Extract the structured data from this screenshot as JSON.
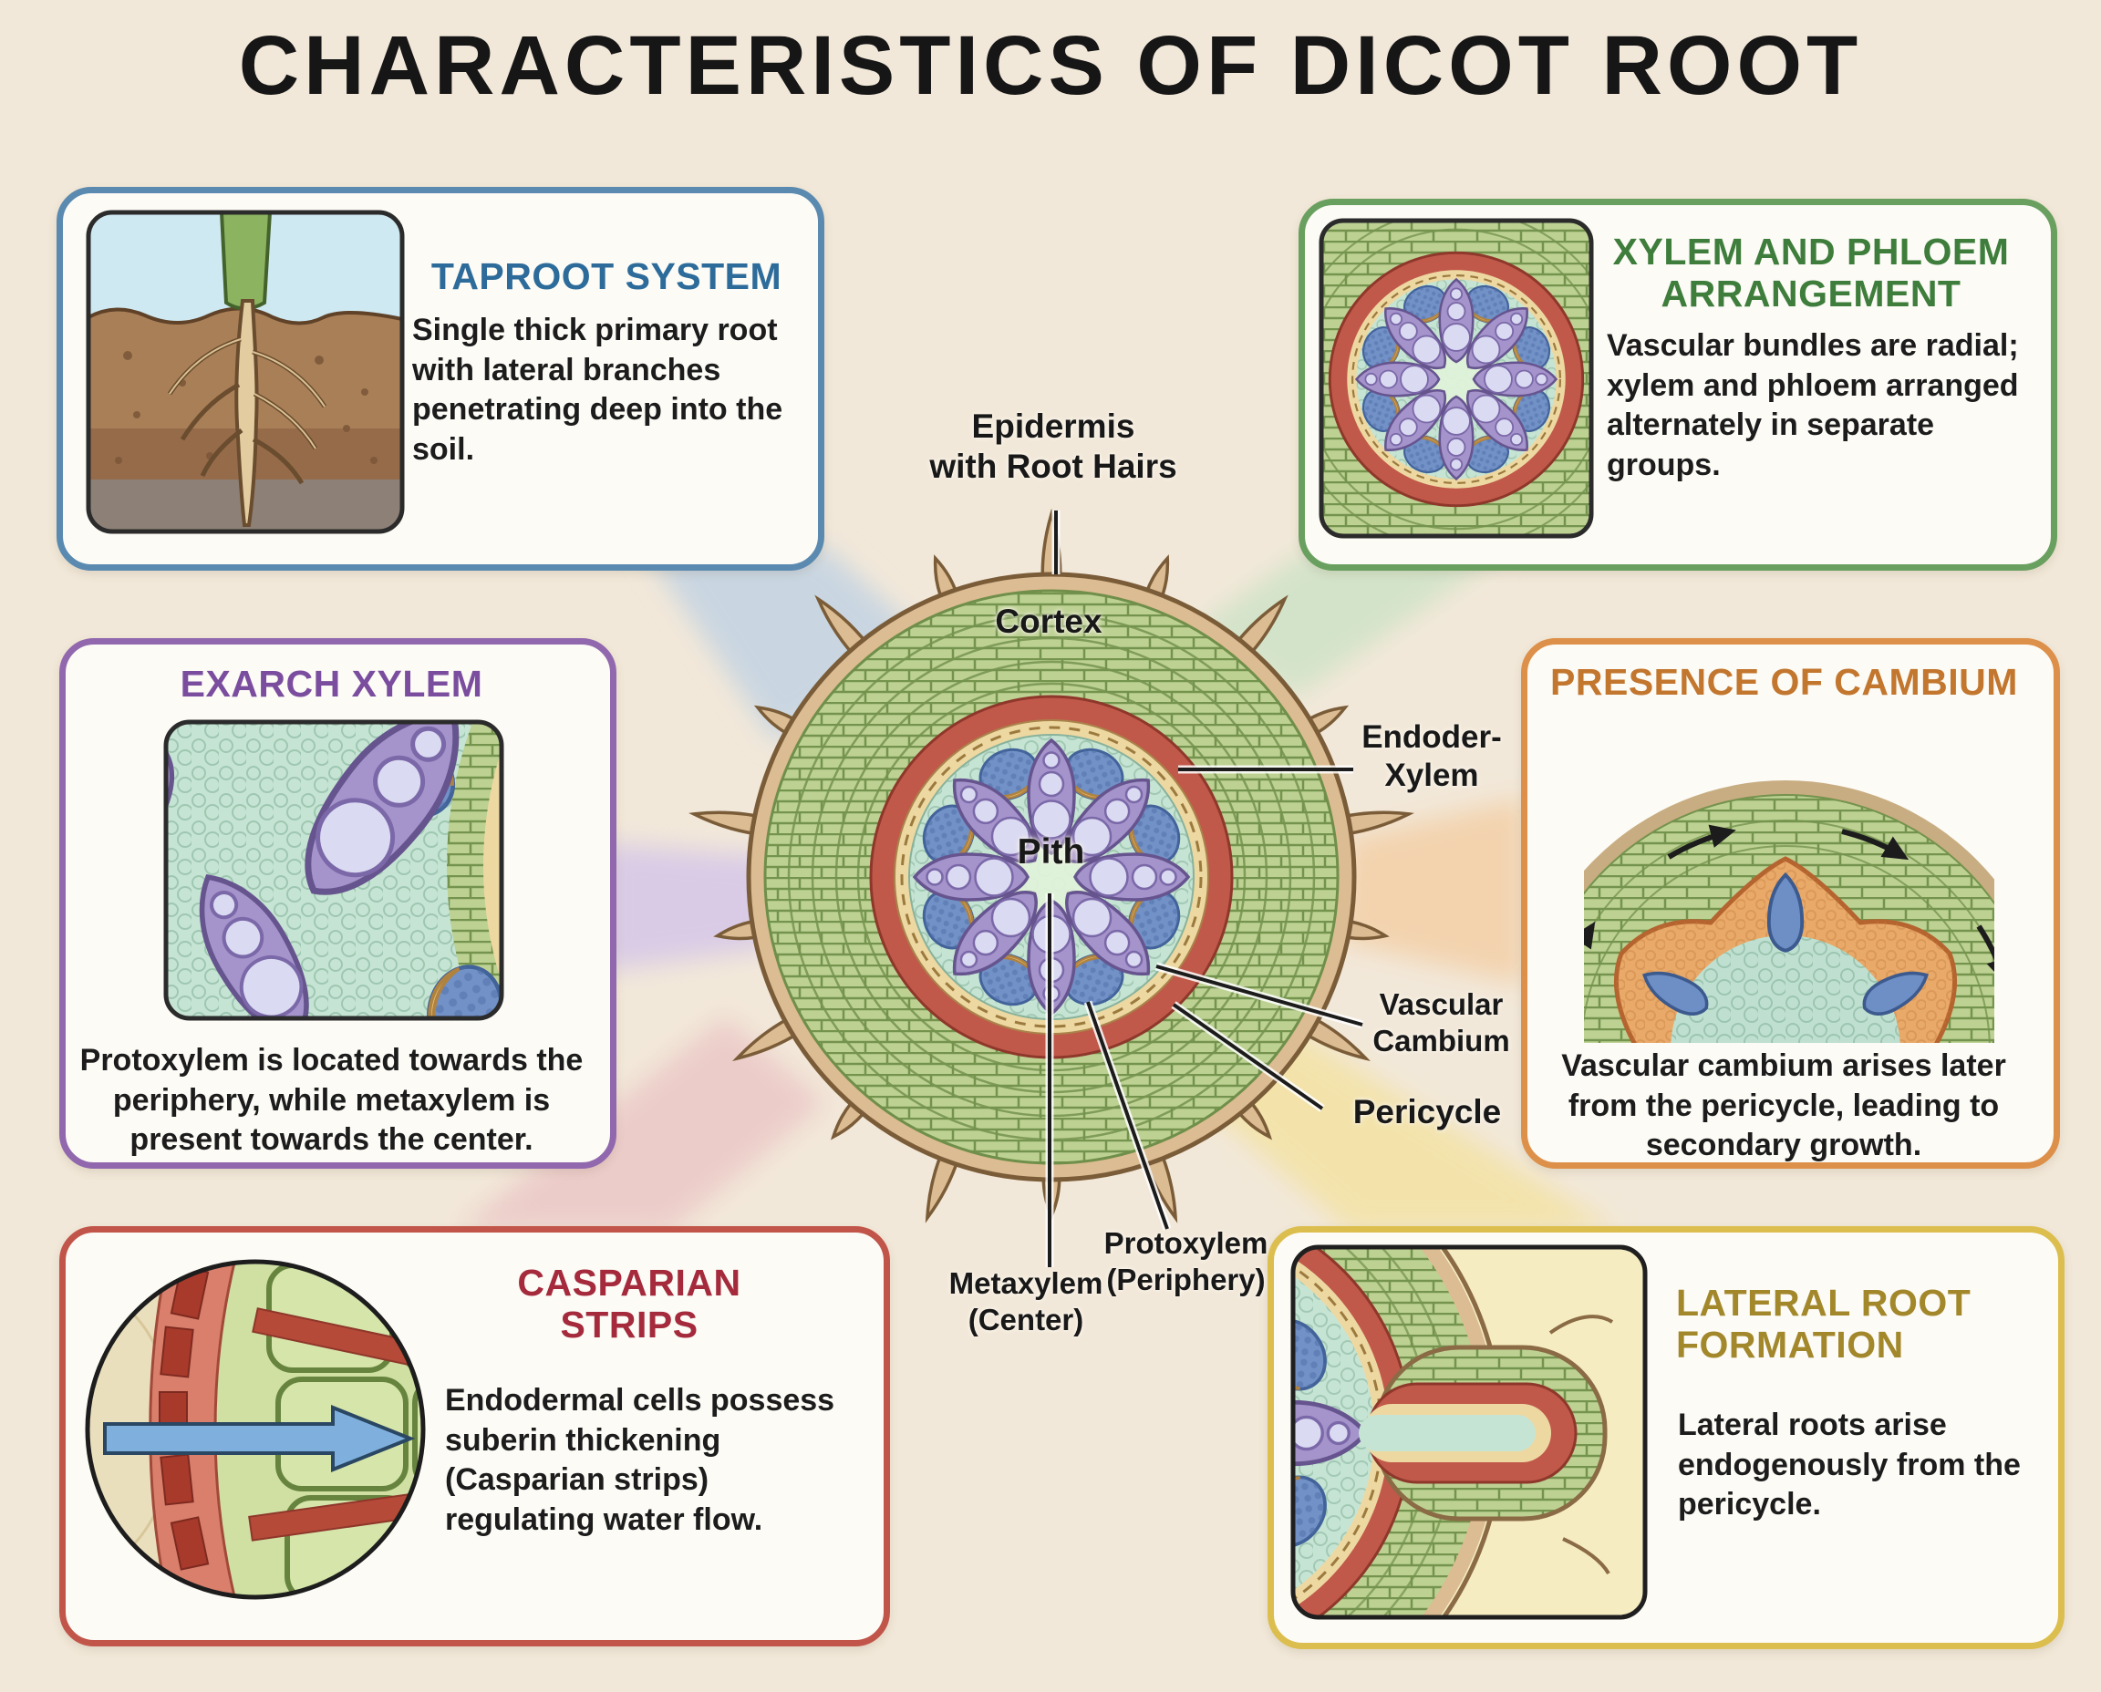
{
  "title": "CHARACTERISTICS OF DICOT ROOT",
  "cards": {
    "taproot": {
      "title": "TAPROOT SYSTEM",
      "body": "Single thick primary root with lateral branches penetrating deep into the soil.",
      "title_color": "#2d6b9a",
      "border_color": "#5b8ab0",
      "illustration": "taproot-in-soil"
    },
    "exarch": {
      "title": "EXARCH XYLEM",
      "body": "Protoxylem is located towards the periphery, while metaxylem is present towards the center.",
      "title_color": "#7b4d9e",
      "border_color": "#9168ae",
      "illustration": "xylem-bundle-closeup"
    },
    "casparian": {
      "title": "CASPARIAN STRIPS",
      "body": "Endodermal cells possess suberin thickening (Casparian strips) regulating water flow.",
      "title_color": "#a42a3c",
      "border_color": "#c1554a",
      "illustration": "endodermis-water-flow-arrow"
    },
    "xylem_phloem": {
      "title": "XYLEM AND PHLOEM ARRANGEMENT",
      "body": "Vascular bundles are radial; xylem and phloem arranged alternately in separate groups.",
      "title_color": "#3e7d3b",
      "border_color": "#69a05f",
      "illustration": "radial-bundle-cross-section"
    },
    "cambium": {
      "title": "PRESENCE OF CAMBIUM",
      "body": "Vascular cambium arises later from the pericycle, leading to secondary growth.",
      "title_color": "#c2762e",
      "border_color": "#dd9049",
      "illustration": "wavy-cambium-arch-with-arrows"
    },
    "lateral": {
      "title": "LATERAL ROOT FORMATION",
      "body": "Lateral roots arise endogenously from the pericycle.",
      "title_color": "#a3872b",
      "border_color": "#dcbe4e",
      "illustration": "emerging-lateral-root"
    }
  },
  "diagram": {
    "name": "dicot root transverse section",
    "labels": {
      "epidermis": "Epidermis\nwith Root Hairs",
      "cortex": "Cortex",
      "endodermis_xylem": "Endoder-\nXylem",
      "pith": "Pith",
      "vascular_cambium": "Vascular\nCambium",
      "pericycle": "Pericycle",
      "protoxylem": "Protoxylem\n(Periphery)",
      "metaxylem": "Metaxylem\n(Center)"
    }
  },
  "palette": {
    "background": "#f2e8d9",
    "card_background": "#fcfbf6",
    "body_text": "#1c1c1c",
    "epidermis_tan": "#dcbc92",
    "cortex_green": "#bdd193",
    "endodermis_red": "#c0594a",
    "pericycle_tan": "#eed8a2",
    "stele_teal": "#c6e4d3",
    "xylem_purple": "#a593cb",
    "phloem_blue": "#7191c7",
    "phloem_cap_orange": "#e9bd72",
    "cambium_orange": "#e9a968",
    "arrow_blue": "#7fb0dd"
  }
}
